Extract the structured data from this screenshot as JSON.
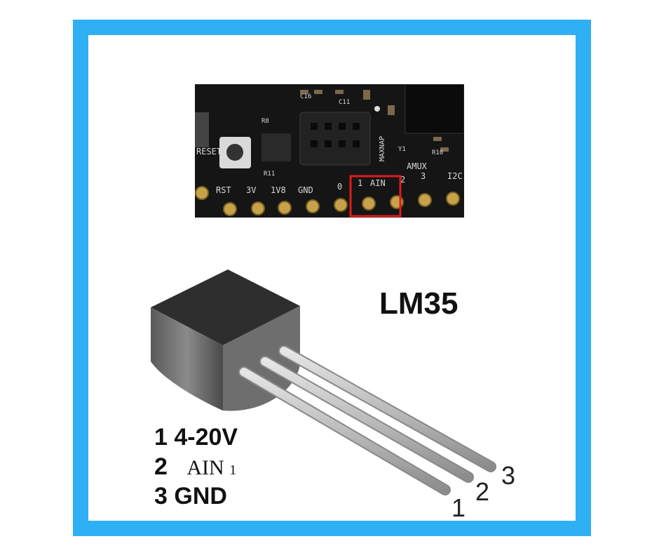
{
  "colors": {
    "frame": "#2fb0f5",
    "highlight": "#e01b1b",
    "board": "#1a1a1a",
    "pad": "#c8a24a"
  },
  "board": {
    "silk_labels": [
      "RST",
      "3V",
      "1V8",
      "GND",
      "0",
      "1",
      "AIN",
      "2",
      "3"
    ],
    "top_labels": [
      "RESET",
      "R8",
      "R11",
      "C16",
      "C11",
      "MAXNAP",
      "Y1",
      "R10",
      "AMUX",
      "I2C"
    ],
    "highlight_label": "AIN"
  },
  "chip": {
    "title": "LM35"
  },
  "legend": [
    {
      "num": "1",
      "text": "4-20V"
    },
    {
      "num": "2",
      "text": "AIN",
      "sub": "1"
    },
    {
      "num": "3",
      "text": "GND"
    }
  ],
  "pin_labels": [
    "1",
    "2",
    "3"
  ]
}
